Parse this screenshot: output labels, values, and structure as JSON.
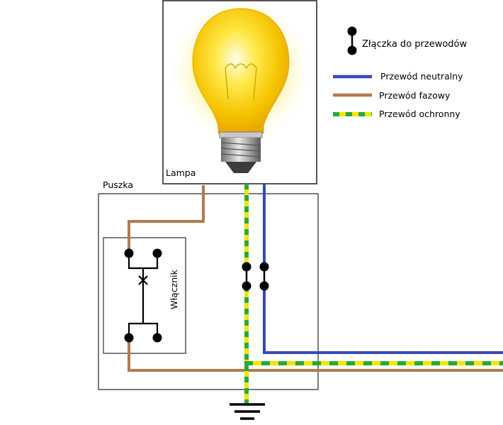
{
  "diagram": {
    "lamp_label": "Lampa",
    "box_label": "Puszka",
    "switch_label": "Włącznik"
  },
  "legend": {
    "connector": "Złączka do przewodów",
    "neutral": "Przewód neutralny",
    "phase": "Przewód fazowy",
    "protective": "Przewód ochronny"
  },
  "colors": {
    "neutral": "#3a48b8",
    "phase": "#b07a50",
    "protective_a": "#f2e600",
    "protective_b": "#2aa83a"
  }
}
